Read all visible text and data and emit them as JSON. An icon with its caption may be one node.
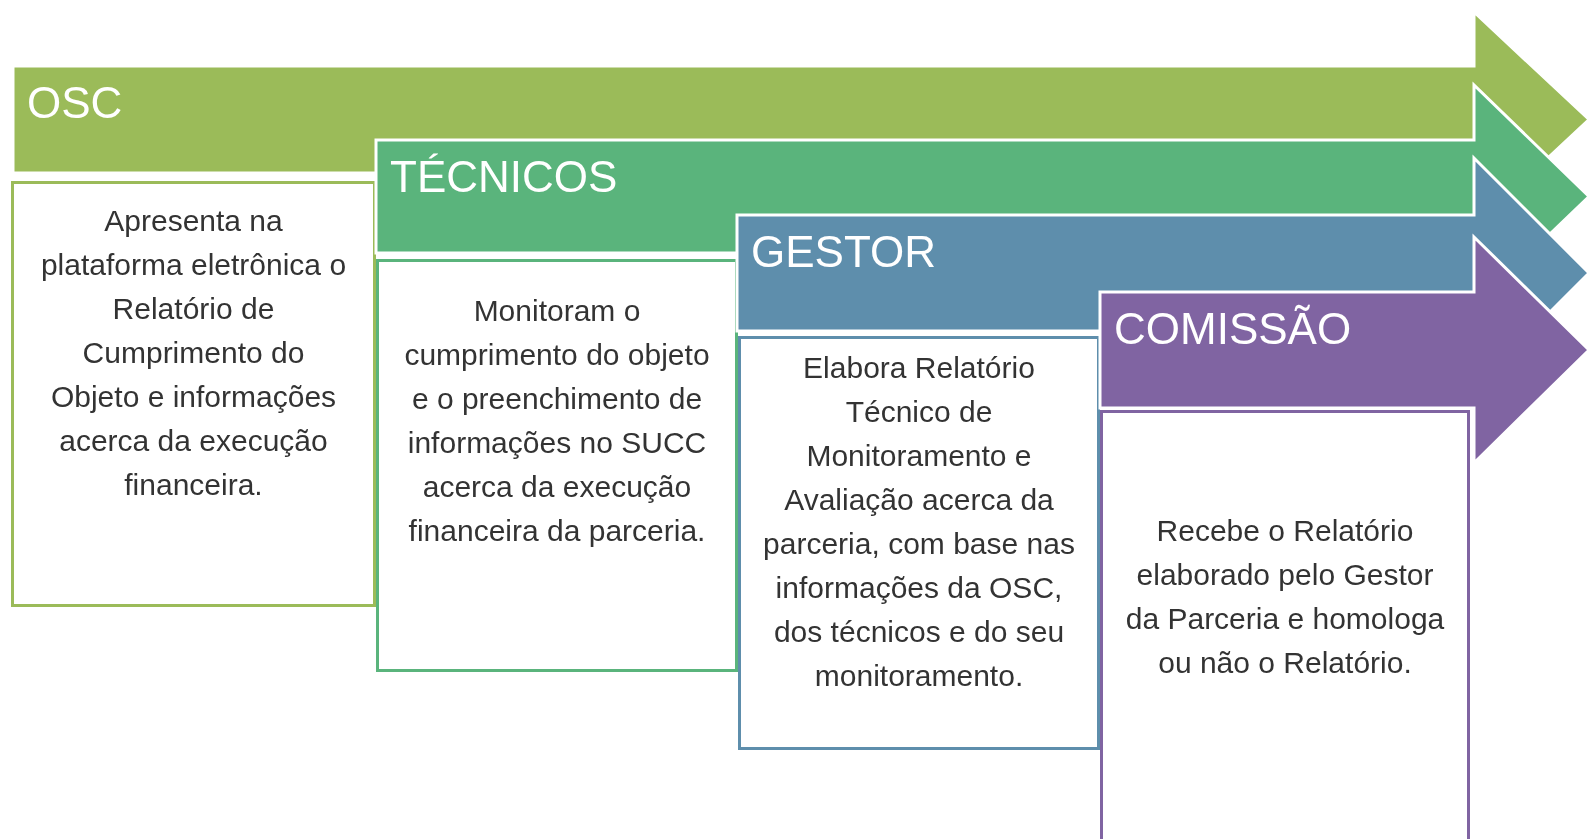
{
  "diagram": {
    "nodes": [
      {
        "text": [
          "OSC"
        ]
      },
      {
        "text": [
          "Apresenta na plataforma eletrônica o Relatório de Cumprimento do Objeto e informações acerca da execução financeira."
        ]
      },
      {
        "text": [
          "TÉCNICOS"
        ]
      },
      {
        "text": [
          "Monitoram o cumprimento do objeto e o preenchimento de informações no SUCC acerca da execução financeira da parceria."
        ]
      },
      {
        "text": [
          "GESTOR"
        ]
      },
      {
        "text": [
          "Elabora Relatório Técnico de Monitoramento e Avaliação acerca da parceria, com base nas informações da OSC, dos técnicos e do seu monitoramento."
        ]
      },
      {
        "text": [
          "COMISSÃO"
        ]
      },
      {
        "text": [
          "Recebe o Relatório elaborado pelo Gestor da Parceria e homologa ou não o Relatório."
        ]
      }
    ]
  }
}
